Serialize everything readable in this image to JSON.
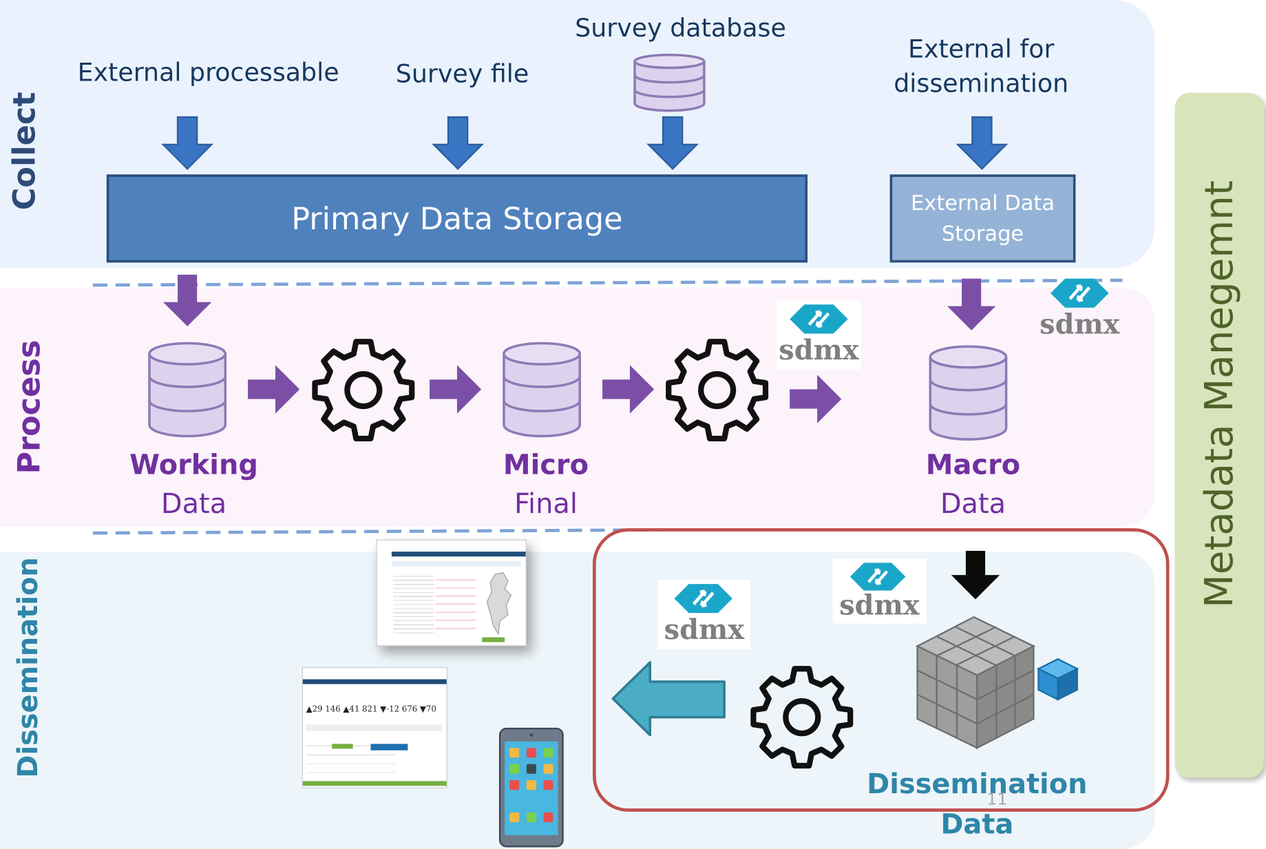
{
  "bands": {
    "collect": "Collect",
    "process": "Process",
    "dissemination": "Dissemination"
  },
  "sources": {
    "external_processable": "External processable",
    "survey_file": "Survey file",
    "survey_database": "Survey database",
    "external_for_dissemination": "External for\ndissemination"
  },
  "storage": {
    "primary": "Primary Data Storage",
    "external": "External Data\nStorage"
  },
  "process_nodes": {
    "working_bold": "Working",
    "working_rest": "Data",
    "micro_bold": "Micro",
    "micro_rest": "Final",
    "macro_bold": "Macro",
    "macro_rest": "Data"
  },
  "sdmx_label": "sdmx",
  "dissemination_data": "Dissemination\nData",
  "metadata_panel": "Metadata  Manegemnt",
  "page_number": "11",
  "colors": {
    "collect_band": "#eaf3fd",
    "process_band": "#fdf3fb",
    "dissemination_band": "#edf5fa",
    "primary_storage": "#4f81bd",
    "external_storage": "#95b3d7",
    "blue_arrow": "#3a75c4",
    "purple": "#7030a0",
    "purple_arrow": "#7b4fa6",
    "cylinder_fill": "#dcd2ee",
    "teal_title": "#2f86a8",
    "highlight_border": "#c0504d",
    "metadata_panel": "#d8e4bc",
    "metadata_text": "#4f6228",
    "sdmx_blue": "#1aa6c8",
    "sdmx_grey": "#7f7f7f"
  }
}
